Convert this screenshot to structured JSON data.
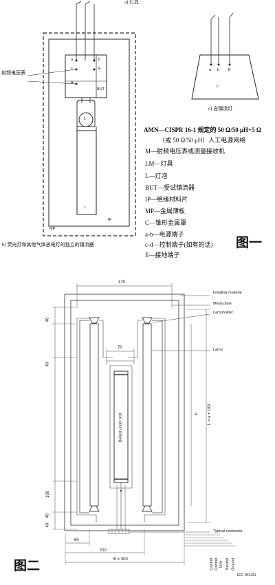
{
  "fig1": {
    "label_a": "a) 灯具",
    "label_b": "b) 荧光灯和其他气体放电灯的独立的镇流器",
    "label_c": "c) 自镇流灯",
    "fig_title": "图一",
    "left_label": "射频电压表",
    "terminal_left_labels": [
      "a",
      "c",
      "A"
    ],
    "terminal_right_labels": [
      "b",
      "E"
    ],
    "but_label": "BUT",
    "bulb_label": "L",
    "inner_label": "L",
    "ip_label": "IP",
    "mp_label": "MP",
    "c_terminal_labels": [
      "a",
      "b",
      "E"
    ],
    "c_box_label": "C",
    "legend": [
      "AMN—CISPR 16-1 规定的 50 Ω/50 μH+5 Ω",
      "（或 50 Ω/50 μH）人工电源网络",
      "M—射频电压表或测量接收机",
      "LM—灯具",
      "L—灯泡",
      "BUT—受试镇流器",
      "IP—绝缘材料片",
      "MP—金属薄板",
      "C—锥形金属罩",
      "a-b—电源端子",
      "c-d—控制端子(如有的话)",
      "E—接地端子"
    ]
  },
  "fig2": {
    "labels": [
      "Isolating material",
      "Metal plate",
      "Lampholder",
      "Lamp",
      "Typical connector"
    ],
    "ballast_label": "Ballast under test",
    "dims": {
      "top": "170",
      "inner": "70",
      "d40a": "40",
      "d40b": "40",
      "d100": "100",
      "d40c": "40",
      "d40d": "40",
      "d60": "60",
      "d210": "210",
      "width": "B = 300",
      "height_a": "a",
      "height_total": "L = a + 160"
    },
    "connector_labels": [
      "Control",
      "Control",
      "Line",
      "Neutral",
      "Ground"
    ],
    "iec_code": "IEC  041/01",
    "fig_title": "图二"
  }
}
